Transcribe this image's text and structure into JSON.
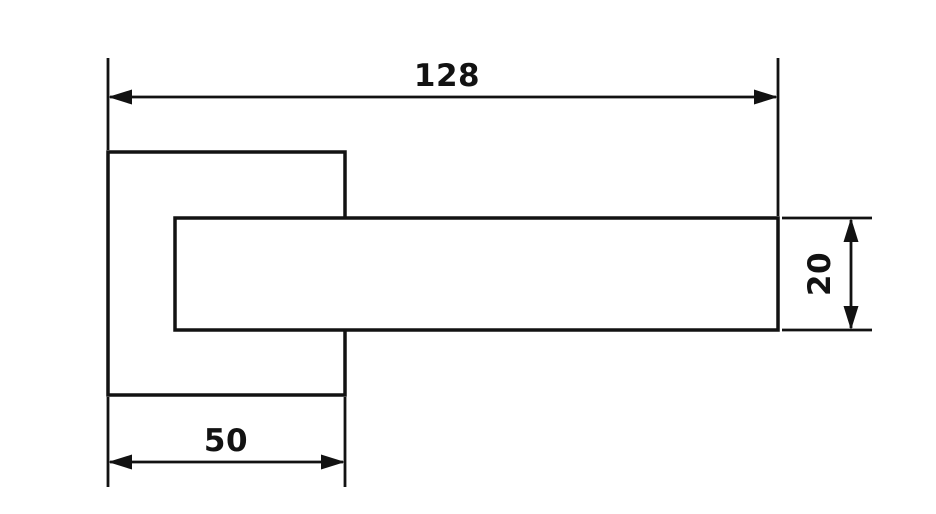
{
  "drawing": {
    "background": "#ffffff",
    "line_color": "#121212",
    "dims": {
      "overall_length": "128",
      "rosette_width": "50",
      "bar_height": "20"
    }
  }
}
